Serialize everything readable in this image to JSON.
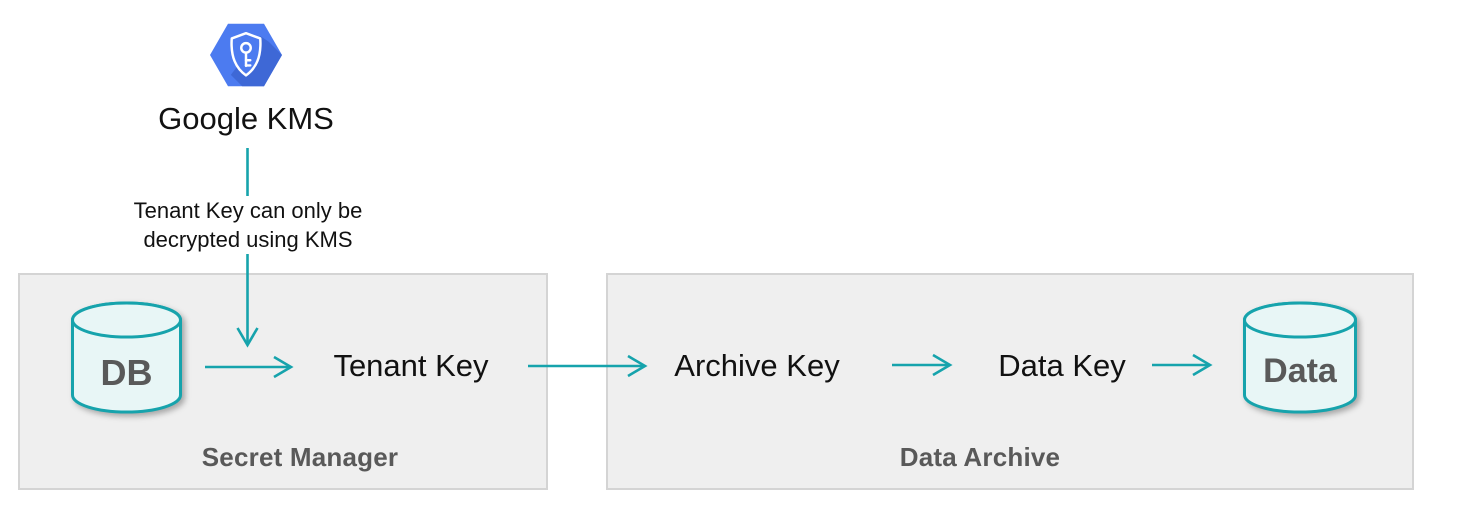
{
  "kms": {
    "label": "Google KMS",
    "icon": "kms-shield-key-icon"
  },
  "annotation": {
    "line1": "Tenant Key can only be",
    "line2": "decrypted using KMS"
  },
  "secret_manager": {
    "title": "Secret Manager",
    "db": "DB",
    "tenant_key": "Tenant Key"
  },
  "data_archive": {
    "title": "Data Archive",
    "archive_key": "Archive Key",
    "data_key": "Data Key",
    "data": "Data"
  },
  "colors": {
    "accent_teal": "#16A3AC",
    "cylinder_fill": "#E8F6F6",
    "box_fill": "#EFEFEF",
    "box_border": "#D4D4D4",
    "label_gray": "#595959",
    "text_black": "#111111",
    "kms_blue": "#4C7BF0",
    "kms_blue_shadow": "#3E68D6"
  }
}
